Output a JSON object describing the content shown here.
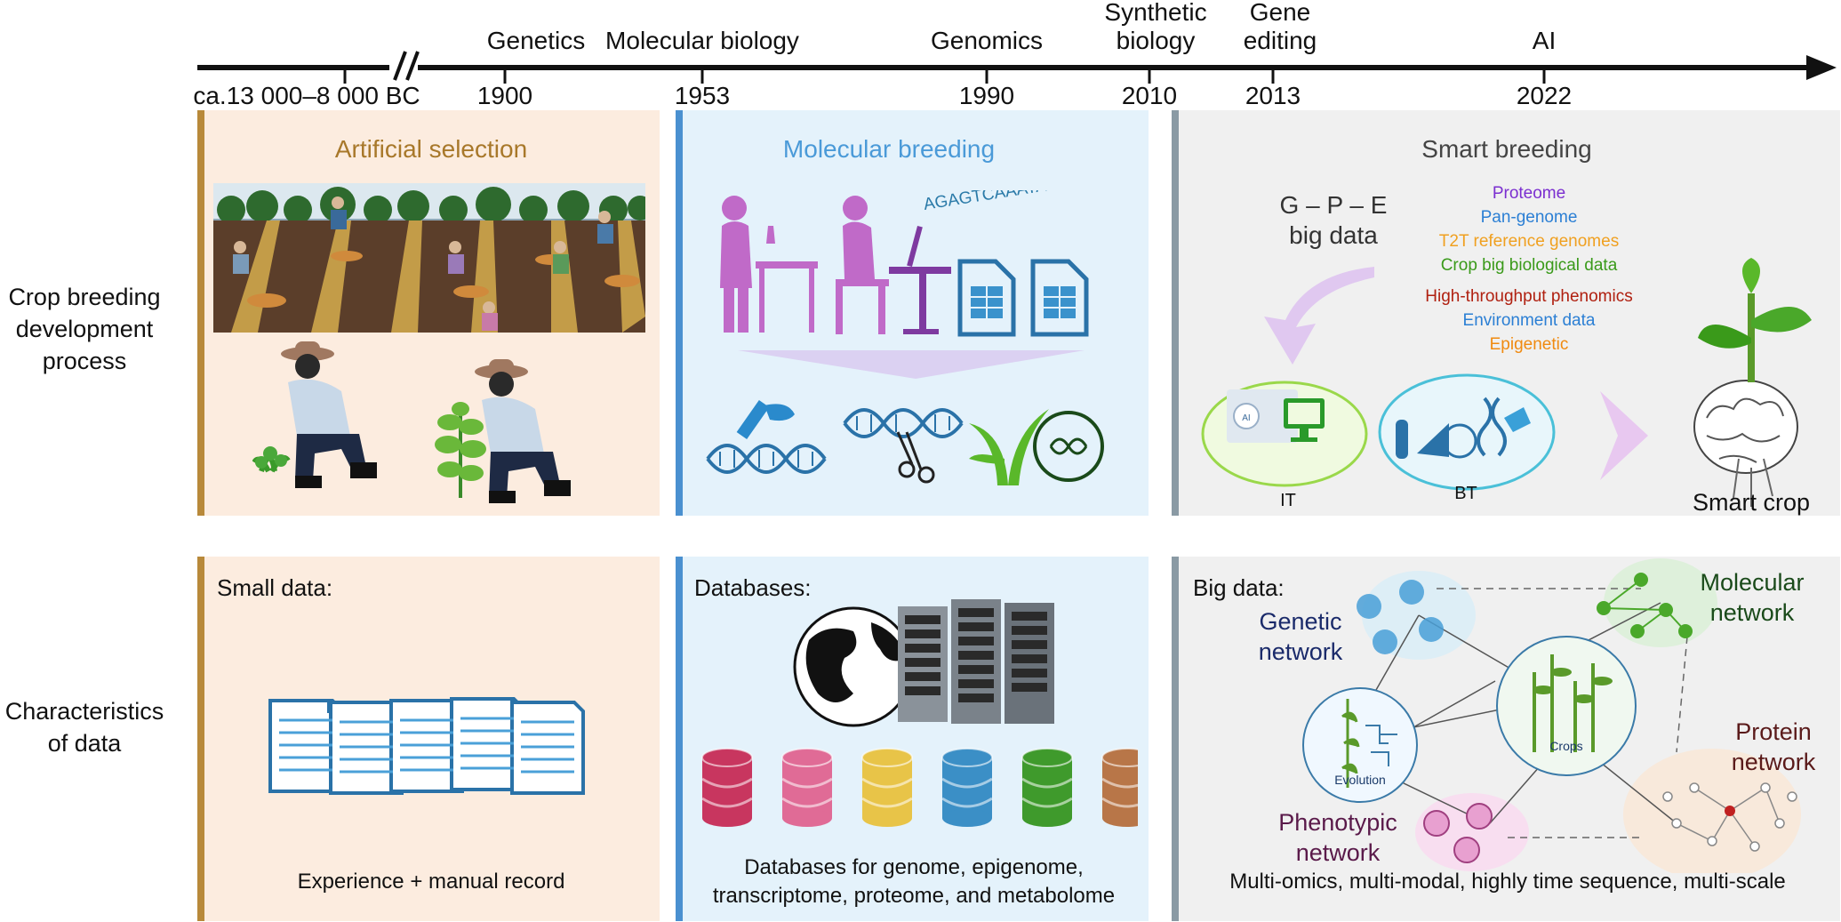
{
  "timeline": {
    "start_label": "ca.13 000–8 000 BC",
    "eras": [
      {
        "label": "Genetics",
        "year": "1900"
      },
      {
        "label": "Molecular biology",
        "year": "1953"
      },
      {
        "label": "Genomics",
        "year": "1990"
      },
      {
        "label": "Synthetic biology",
        "label_line1": "Synthetic",
        "label_line2": "biology",
        "year": "2010"
      },
      {
        "label": "Gene editing",
        "label_line1": "Gene",
        "label_line2": "editing",
        "year": "2013"
      },
      {
        "label": "AI",
        "year": "2022"
      }
    ]
  },
  "rows": {
    "process": {
      "line1": "Crop breeding",
      "line2": "development",
      "line3": "process"
    },
    "data": {
      "line1": "Characteristics",
      "line2": "of data"
    }
  },
  "panels": {
    "artificial": {
      "title": "Artificial selection"
    },
    "molecular": {
      "title": "Molecular breeding",
      "sequence_text": "AGAGTCAAATATCATGCGCAT"
    },
    "smart": {
      "title": "Smart breeding",
      "gpe_line1": "G – P – E",
      "gpe_line2": "big data",
      "big_data_items": [
        {
          "text": "Proteome",
          "color": "#7b2fd0"
        },
        {
          "text": "Pan-genome",
          "color": "#2b7fd4"
        },
        {
          "text": "T2T reference genomes",
          "color": "#f0a020"
        },
        {
          "text": "Crop big biological data",
          "color": "#3a9a1a"
        },
        {
          "text": "High-throughput phenomics",
          "color": "#b02010"
        },
        {
          "text": "Environment data",
          "color": "#2b7fd4"
        },
        {
          "text": "Epigenetic",
          "color": "#f08a10"
        }
      ],
      "it_label": "IT",
      "bt_label": "BT",
      "ai_chip": "AI",
      "result": "Smart crop"
    }
  },
  "data_panels": {
    "small": {
      "heading": "Small data:",
      "caption": "Experience + manual record"
    },
    "databases": {
      "heading": "Databases:",
      "caption_line1": "Databases for genome, epigenome,",
      "caption_line2": "transcriptome, proteome, and metabolome",
      "db_colors": [
        "#c8365f",
        "#e06b96",
        "#e8c448",
        "#3b8fc6",
        "#3f9a2c",
        "#b87648"
      ]
    },
    "big": {
      "heading": "Big data:",
      "genetic_line1": "Genetic",
      "genetic_line2": "network",
      "molecular_line1": "Molecular",
      "molecular_line2": "network",
      "protein_line1": "Protein",
      "protein_line2": "network",
      "phenotypic_line1": "Phenotypic",
      "phenotypic_line2": "network",
      "evolution": "Evolution",
      "crops": "Crops",
      "caption": "Multi-omics, multi-modal, highly time sequence, multi-scale"
    }
  },
  "colors": {
    "artificial_bg": "#fcecdf",
    "artificial_bar": "#b8893a",
    "artificial_title": "#a8782a",
    "molecular_bg": "#e4f2fb",
    "molecular_bar": "#4a90d0",
    "molecular_title": "#4a9ad8",
    "smart_bg": "#f0f0f0",
    "smart_bar": "#8a9aa4",
    "smart_title": "#444444"
  }
}
